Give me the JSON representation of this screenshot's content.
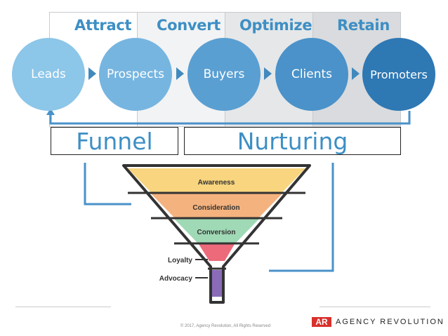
{
  "stages": [
    {
      "label": "Attract",
      "color": "#3d8fc4"
    },
    {
      "label": "Convert",
      "color": "#3d8fc4"
    },
    {
      "label": "Optimize",
      "color": "#3d8fc4"
    },
    {
      "label": "Retain",
      "color": "#3d8fc4"
    }
  ],
  "circles": [
    {
      "label": "Leads",
      "color": "#8cc6e8"
    },
    {
      "label": "Prospects",
      "color": "#76b5e0"
    },
    {
      "label": "Buyers",
      "color": "#5a9fd2"
    },
    {
      "label": "Clients",
      "color": "#4a92c9"
    },
    {
      "label": "Promoters",
      "color": "#2e78b4"
    }
  ],
  "boxes": {
    "funnel": "Funnel",
    "nurturing": "Nurturing"
  },
  "funnel_levels": [
    {
      "label": "Awareness",
      "color": "#f8d57e"
    },
    {
      "label": "Consideration",
      "color": "#f4b27e"
    },
    {
      "label": "Conversion",
      "color": "#9fd9b5"
    }
  ],
  "funnel_side_labels": [
    {
      "label": "Loyalty",
      "color": "#ec6a7a"
    },
    {
      "label": "Advocacy",
      "color": "#8a6bb8"
    }
  ],
  "accent_color": "#4a92c9",
  "footer": {
    "copyright": "© 2017, Agency Revolution, All Rights Reserved",
    "logo_badge": "AR",
    "logo_text": "AGENCY REVOLUTION"
  }
}
